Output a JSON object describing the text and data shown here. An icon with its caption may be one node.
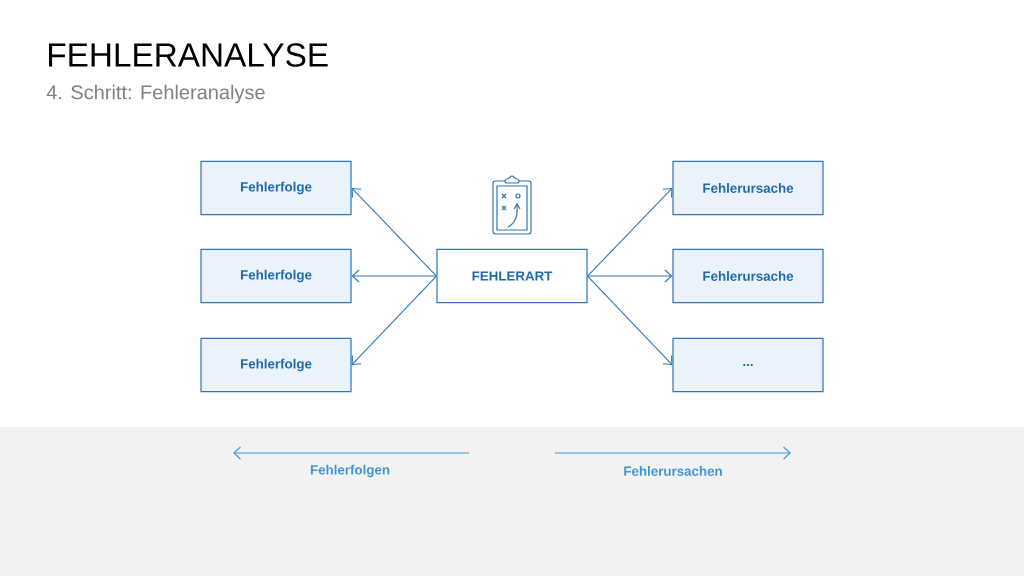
{
  "diagram": {
    "title": "FEHLERANALYSE",
    "caption": "4. Schritt: Fehleranalyse",
    "nodes": [
      {
        "text": [
          "Fehlerfolge"
        ]
      },
      {
        "text": [
          "Fehlerfolge"
        ]
      },
      {
        "text": [
          "Fehlerfolge"
        ]
      },
      {
        "text": [
          "FEHLERART"
        ]
      },
      {
        "text": [
          "Fehlerursache"
        ]
      },
      {
        "text": [
          "Fehlerursache"
        ]
      },
      {
        "text": [
          "..."
        ]
      }
    ],
    "edges": [
      {
        "from": 3,
        "to": 0,
        "arrow": "to"
      },
      {
        "from": 3,
        "to": 1,
        "arrow": "to"
      },
      {
        "from": 3,
        "to": 2,
        "arrow": "to"
      },
      {
        "from": 3,
        "to": 4,
        "arrow": "to"
      },
      {
        "from": 3,
        "to": 5,
        "arrow": "to"
      },
      {
        "from": 3,
        "to": 6,
        "arrow": "to"
      }
    ],
    "labels": [
      "Fehlerfolgen",
      "Fehlerursachen"
    ]
  }
}
